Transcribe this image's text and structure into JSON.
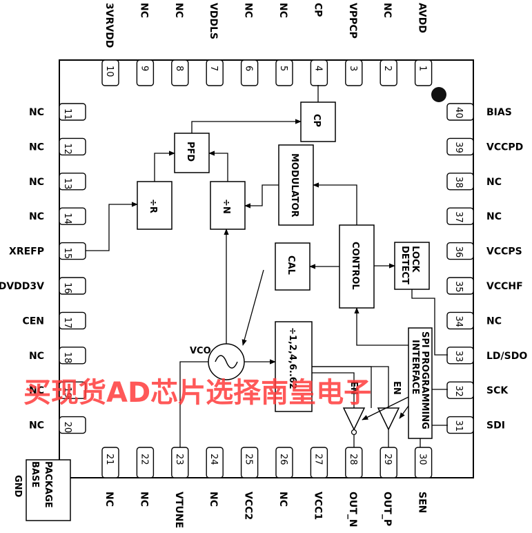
{
  "pins": {
    "top": [
      {
        "num": "10",
        "label": "3VRVDD"
      },
      {
        "num": "9",
        "label": "NC"
      },
      {
        "num": "8",
        "label": "NC"
      },
      {
        "num": "7",
        "label": "VDDLS"
      },
      {
        "num": "6",
        "label": "NC"
      },
      {
        "num": "5",
        "label": "NC"
      },
      {
        "num": "4",
        "label": "CP"
      },
      {
        "num": "3",
        "label": "VPPCP"
      },
      {
        "num": "2",
        "label": "NC"
      },
      {
        "num": "1",
        "label": "AVDD"
      }
    ],
    "left": [
      {
        "num": "11",
        "label": "NC"
      },
      {
        "num": "12",
        "label": "NC"
      },
      {
        "num": "13",
        "label": "NC"
      },
      {
        "num": "14",
        "label": "NC"
      },
      {
        "num": "15",
        "label": "XREFP"
      },
      {
        "num": "16",
        "label": "DVDD3V"
      },
      {
        "num": "17",
        "label": "CEN"
      },
      {
        "num": "18",
        "label": "NC"
      },
      {
        "num": "19",
        "label": "NC"
      },
      {
        "num": "20",
        "label": "NC"
      }
    ],
    "right": [
      {
        "num": "40",
        "label": "BIAS"
      },
      {
        "num": "39",
        "label": "VCCPD"
      },
      {
        "num": "38",
        "label": "NC"
      },
      {
        "num": "37",
        "label": "NC"
      },
      {
        "num": "36",
        "label": "VCCPS"
      },
      {
        "num": "35",
        "label": "VCCHF"
      },
      {
        "num": "34",
        "label": "NC"
      },
      {
        "num": "33",
        "label": "LD/SDO"
      },
      {
        "num": "32",
        "label": "SCK"
      },
      {
        "num": "31",
        "label": "SDI"
      }
    ],
    "bottom": [
      {
        "num": "21",
        "label": "NC"
      },
      {
        "num": "22",
        "label": "NC"
      },
      {
        "num": "23",
        "label": "VTUNE"
      },
      {
        "num": "24",
        "label": "NC"
      },
      {
        "num": "25",
        "label": "VCC2"
      },
      {
        "num": "26",
        "label": "NC"
      },
      {
        "num": "27",
        "label": "VCC1"
      },
      {
        "num": "28",
        "label": "OUT_N"
      },
      {
        "num": "29",
        "label": "OUT_P"
      },
      {
        "num": "30",
        "label": "SEN"
      }
    ]
  },
  "blocks": {
    "cp": "CP",
    "pfd": "PFD",
    "div_r": "÷R",
    "div_n": "÷N",
    "modulator": "MODULATOR",
    "cal": "CAL",
    "control": "CONTROL",
    "lock_detect_1": "LOCK",
    "lock_detect_2": "DETECT",
    "divider": "÷1,2,4,6..62",
    "spi_1": "SPI PROGRAMMING",
    "spi_2": "INTERFACE",
    "vco": "VCO",
    "en_left": "EN",
    "en_right": "EN"
  },
  "package_base": {
    "line1": "PACKAGE",
    "line2": "BASE",
    "gnd": "GND"
  },
  "watermark": "买现货AD芯片选择南皇电子"
}
